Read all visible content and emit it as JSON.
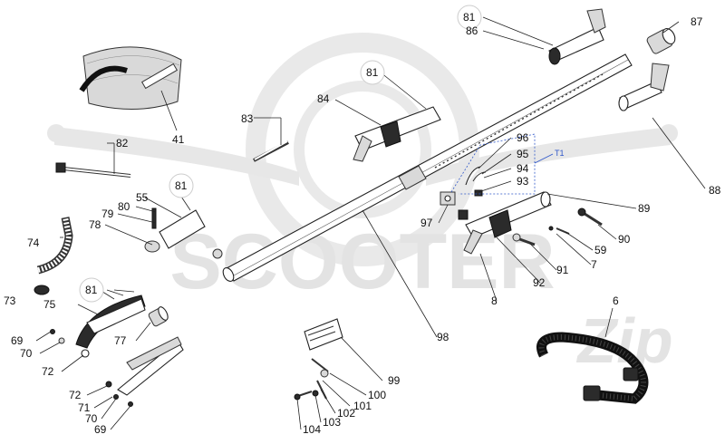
{
  "watermark": {
    "text_main": "SCOOTER",
    "text_script": "Zip"
  },
  "callouts": [
    {
      "id": "c-81a",
      "text": "81"
    },
    {
      "id": "c-86",
      "text": "86"
    },
    {
      "id": "c-87",
      "text": "87"
    },
    {
      "id": "c-81b",
      "text": "81"
    },
    {
      "id": "c-84",
      "text": "84"
    },
    {
      "id": "c-41",
      "text": "41"
    },
    {
      "id": "c-83",
      "text": "83"
    },
    {
      "id": "c-82",
      "text": "82"
    },
    {
      "id": "c-88",
      "text": "88"
    },
    {
      "id": "c-96",
      "text": "96"
    },
    {
      "id": "c-95",
      "text": "95"
    },
    {
      "id": "c-94",
      "text": "94"
    },
    {
      "id": "c-93",
      "text": "93"
    },
    {
      "id": "c-t1",
      "text": "T1"
    },
    {
      "id": "c-81c",
      "text": "81"
    },
    {
      "id": "c-55",
      "text": "55"
    },
    {
      "id": "c-80",
      "text": "80"
    },
    {
      "id": "c-79",
      "text": "79"
    },
    {
      "id": "c-78",
      "text": "78"
    },
    {
      "id": "c-89",
      "text": "89"
    },
    {
      "id": "c-97",
      "text": "97"
    },
    {
      "id": "c-90",
      "text": "90"
    },
    {
      "id": "c-59",
      "text": "59"
    },
    {
      "id": "c-74",
      "text": "74"
    },
    {
      "id": "c-7",
      "text": "7"
    },
    {
      "id": "c-91",
      "text": "91"
    },
    {
      "id": "c-92",
      "text": "92"
    },
    {
      "id": "c-8",
      "text": "8"
    },
    {
      "id": "c-81d",
      "text": "81"
    },
    {
      "id": "c-73",
      "text": "73"
    },
    {
      "id": "c-75",
      "text": "75"
    },
    {
      "id": "c-6",
      "text": "6"
    },
    {
      "id": "c-77",
      "text": "77"
    },
    {
      "id": "c-98",
      "text": "98"
    },
    {
      "id": "c-69a",
      "text": "69"
    },
    {
      "id": "c-70a",
      "text": "70"
    },
    {
      "id": "c-72a",
      "text": "72"
    },
    {
      "id": "c-99",
      "text": "99"
    },
    {
      "id": "c-72b",
      "text": "72"
    },
    {
      "id": "c-71",
      "text": "71"
    },
    {
      "id": "c-70b",
      "text": "70"
    },
    {
      "id": "c-69b",
      "text": "69"
    },
    {
      "id": "c-100",
      "text": "100"
    },
    {
      "id": "c-101",
      "text": "101"
    },
    {
      "id": "c-102",
      "text": "102"
    },
    {
      "id": "c-103",
      "text": "103"
    },
    {
      "id": "c-104",
      "text": "104"
    }
  ]
}
